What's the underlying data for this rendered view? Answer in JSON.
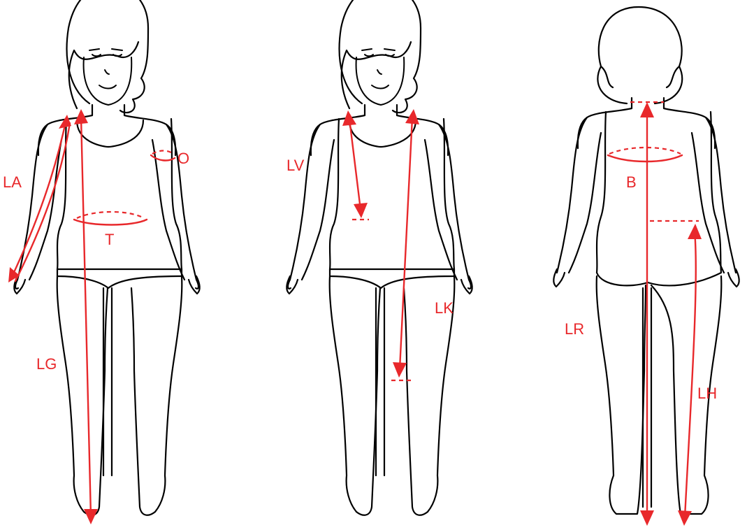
{
  "colors": {
    "measure": "#e8282b",
    "outline": "#000000",
    "background": "#ffffff"
  },
  "figures": [
    {
      "view": "front",
      "labels": {
        "la": "LA",
        "lg": "LG",
        "o": "O",
        "t": "T"
      }
    },
    {
      "view": "front",
      "labels": {
        "lv": "LV",
        "lk": "LK"
      }
    },
    {
      "view": "back",
      "labels": {
        "b": "B",
        "lr": "LR",
        "lh": "LH"
      }
    }
  ]
}
